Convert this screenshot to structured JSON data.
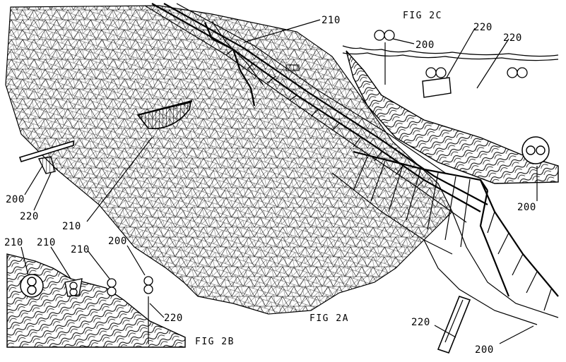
{
  "figures": {
    "fig_2a": "FIG 2A",
    "fig_2b": "FIG 2B",
    "fig_2c": "FIG 2C"
  },
  "labels": {
    "main_210_top": "210",
    "main_200_left": "200",
    "main_220_left": "220",
    "main_210_mid": "210",
    "main_220_bottom": "220",
    "main_200_bottom": "200",
    "b_210_a": "210",
    "b_210_b": "210",
    "b_210_c": "210",
    "b_200": "200",
    "b_220": "220",
    "c_200_a": "200",
    "c_220_a": "220",
    "c_220_b": "220",
    "c_200_b": "200"
  }
}
